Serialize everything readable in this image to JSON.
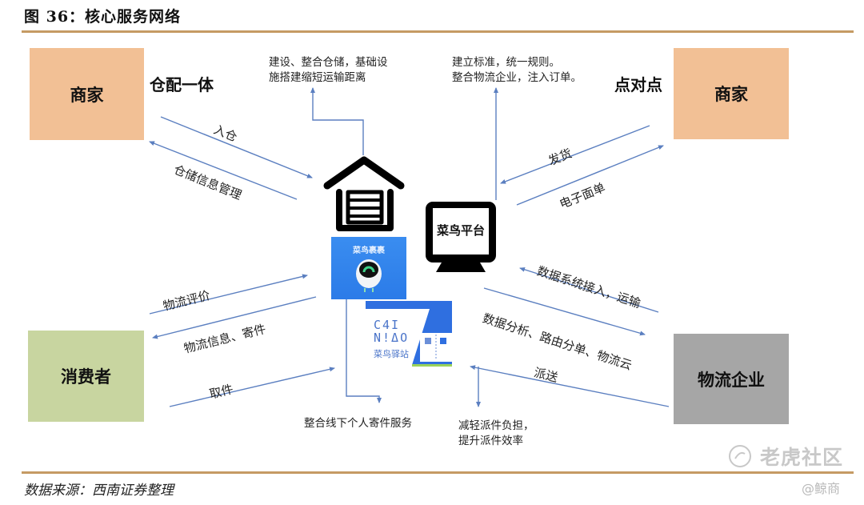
{
  "figure": {
    "title": "图 36：核心服务网络",
    "source": "数据来源：西南证券整理",
    "rule_color": "#c59b64"
  },
  "nodes": {
    "merchant_left": {
      "label": "商家",
      "color": "#f2c095"
    },
    "merchant_right": {
      "label": "商家",
      "color": "#f2c095"
    },
    "consumer": {
      "label": "消费者",
      "color": "#c8d5a0"
    },
    "logistics": {
      "label": "物流企业",
      "color": "#a6a6a6"
    },
    "warehouse": {
      "icon": "warehouse-icon"
    },
    "platform": {
      "label": "菜鸟平台",
      "icon": "monitor-icon"
    },
    "app_guoguo": {
      "label": "菜鸟裹裹",
      "icon": "robot-mascot-icon",
      "color": "#2f84ec"
    },
    "app_yizhan": {
      "logo_line1": "C4I",
      "logo_line2": "N!ΔO",
      "label": "菜鸟驿站",
      "color": "#2f6fe0"
    }
  },
  "labels": {
    "warehouse_delivery": "仓配一体",
    "point_to_point": "点对点"
  },
  "notes": {
    "warehouse_note_line1": "建设、整合仓储，基础设",
    "warehouse_note_line2": "施搭建缩短运输距离",
    "platform_note_line1": "建立标准，统一规则。",
    "platform_note_line2": "整合物流企业，注入订单。",
    "guoguo_note": "整合线下个人寄件服务",
    "yizhan_note_line1": "减轻派件负担，",
    "yizhan_note_line2": "提升派件效率"
  },
  "edges": [
    {
      "from": "merchant_left",
      "to": "warehouse",
      "label": "入仓"
    },
    {
      "from": "warehouse",
      "to": "merchant_left",
      "label": "仓储信息管理"
    },
    {
      "from": "merchant_right",
      "to": "platform",
      "label": "发货"
    },
    {
      "from": "platform",
      "to": "merchant_right",
      "label": "电子面单"
    },
    {
      "from": "consumer",
      "to": "app_guoguo",
      "label": "物流评价"
    },
    {
      "from": "app_guoguo",
      "to": "consumer",
      "label": "物流信息、寄件"
    },
    {
      "from": "consumer",
      "to": "app_yizhan",
      "label": "取件"
    },
    {
      "from": "logistics",
      "to": "platform",
      "label": "数据系统接入，运输"
    },
    {
      "from": "platform",
      "to": "logistics",
      "label": "数据分析、路由分单、物流云"
    },
    {
      "from": "logistics",
      "to": "app_yizhan",
      "label": "派送"
    }
  ],
  "watermark": {
    "brand": "老虎社区",
    "handle": "@鲸商"
  },
  "colors": {
    "arrow": "#5b7fc0",
    "icon": "#000000"
  }
}
